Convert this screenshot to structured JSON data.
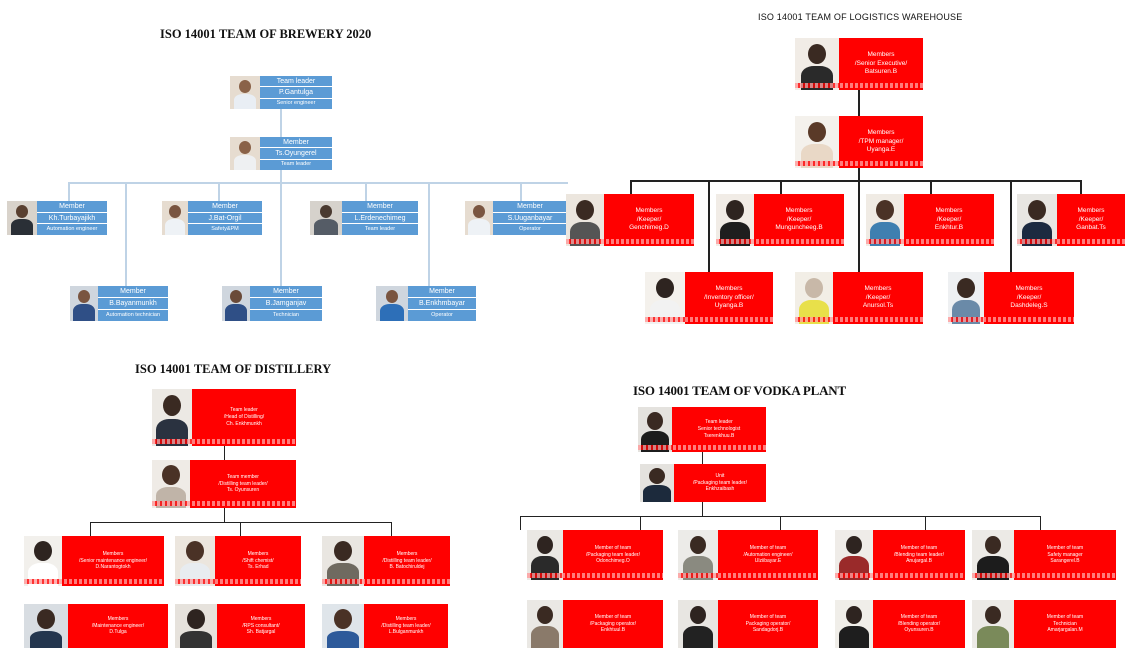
{
  "titles": {
    "brewery": "ISO 14001 TEAM OF BREWERY 2020",
    "logistics": "ISO 14001 TEAM OF  LOGISTICS WAREHOUSE",
    "distillery": "ISO 14001 TEAM OF DISTILLERY",
    "vodka": "ISO 14001 TEAM OF VODKA PLANT"
  },
  "brewery": {
    "leader": [
      "Team leader",
      "P.Gantulga",
      "Senior engineer"
    ],
    "member_top": [
      "Member",
      "Ts.Oyungerel",
      "Team leader"
    ],
    "row1": [
      [
        "Member",
        "Kh.Turbayajikh",
        "Automation engineer"
      ],
      [
        "Member",
        "J.Bat-Orgil",
        "Safety&PM"
      ],
      [
        "Member",
        "L.Erdenechimeg",
        "Team leader"
      ],
      [
        "Member",
        "S.Uuganbayar",
        "Operator"
      ]
    ],
    "row2": [
      [
        "Member",
        "B.Bayanmunkh",
        "Automation technician"
      ],
      [
        "Member",
        "B.Jamganjav",
        "Technician"
      ],
      [
        "Member",
        "B.Enkhmbayar",
        "Operator"
      ]
    ]
  },
  "logistics": {
    "top1": [
      "Members",
      "/Senior Executive/",
      "Batsuren.B"
    ],
    "top2": [
      "Members",
      "/TPM manager/",
      "Uyanga.E"
    ],
    "row1": [
      [
        "Members",
        "/Keeper/",
        "Genchimeg.D"
      ],
      [
        "Members",
        "/Keeper/",
        "Munguncheeg.B"
      ],
      [
        "Members",
        "/Keeper/",
        "Enkhtur.B"
      ],
      [
        "Members",
        "/Keeper/",
        "Ganbat.Ts"
      ]
    ],
    "row2": [
      [
        "Members",
        "/Inventory officer/",
        "Uyanga.B"
      ],
      [
        "Members",
        "/Keeper/",
        "Anursol.Ts"
      ],
      [
        "Members",
        "/Keeper/",
        "Dashdeleg.S"
      ]
    ]
  },
  "distillery": {
    "top1": [
      "Team leader",
      "/Head of Distilling/",
      "Ch. Enkhmunkh"
    ],
    "top2": [
      "Team member",
      "/Distilling team leader/",
      "Ts. Oyunsuren"
    ],
    "row1": [
      [
        "Members",
        "/Senior maintenance engineer/",
        "D.Narantogtokh"
      ],
      [
        "Members",
        "/Shift chemist/",
        "Ts. Erhad"
      ],
      [
        "Members",
        "/Distilling team leader/",
        "B. Batochiruldej"
      ]
    ],
    "row2": [
      [
        "Members",
        "/Maintenance engineer/",
        "D.Tulga"
      ],
      [
        "Members",
        "/RPS consultant/",
        "Sh. Batjargal"
      ],
      [
        "Members",
        "/Distilling team leader/",
        "L.Bulganmunkh"
      ]
    ]
  },
  "vodka": {
    "top1": [
      "Team leader",
      "Senior technologist",
      "Tserenkhuu.B"
    ],
    "top2": [
      "Unit",
      "/Packaging team leader/",
      "Enkhzaibash"
    ],
    "row1": [
      [
        "Member of team",
        "/Packaging team leader/",
        "Odonchimeg.O"
      ],
      [
        "Member of team",
        "/Automation engineer/",
        "Ulziibayar.E"
      ],
      [
        "Member of team",
        "/Blending team leader/",
        "Anujargal.B"
      ],
      [
        "Member of team",
        "Safety manager",
        "Sarangerel.B"
      ]
    ],
    "row2": [
      [
        "Member of team",
        "/Packaging operator/",
        "Enkhtuul.B"
      ],
      [
        "Member of team",
        "Packaging operator/",
        "Sandagdorj.B"
      ],
      [
        "Member of team",
        "/Blending operator/",
        "Oyunsuren.B"
      ],
      [
        "Member of team",
        "Technician",
        "Amarjargalan.M"
      ]
    ]
  },
  "colors": {
    "blue_box": "#5b9bd5",
    "red_box": "#ff0000",
    "connector_blue": "#bfd3e6",
    "connector_dark": "#222222"
  }
}
